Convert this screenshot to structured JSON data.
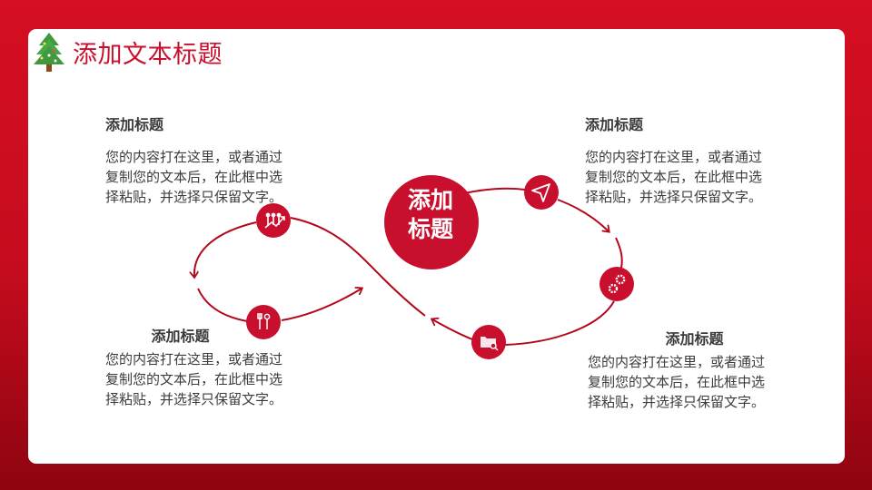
{
  "header": {
    "title": "添加文本标题",
    "icon": "christmas-tree-icon"
  },
  "center": {
    "line1": "添加",
    "line2": "标题"
  },
  "blocks": [
    {
      "title": "添加标题",
      "body_lines": [
        "您的内容打在这里，或者通过",
        "复制您的文本后，在此框中选",
        "择粘贴，并选择只保留文字。"
      ]
    },
    {
      "title": "添加标题",
      "body_lines": [
        "您的内容打在这里，或者通过",
        "复制您的文本后，在此框中选",
        "择粘贴，并选择只保留文字。"
      ]
    },
    {
      "title": "添加标题",
      "body_lines": [
        "您的内容打在这里，或者通过",
        "复制您的文本后，在此框中选",
        "择粘贴，并选择只保留文字。"
      ]
    },
    {
      "title": "添加标题",
      "body_lines": [
        "您的内容打在这里，或者通过",
        "复制您的文本后，在此框中选",
        "择粘贴，并选择只保留文字。"
      ]
    }
  ],
  "nodes": [
    {
      "icon": "growth-chart-icon"
    },
    {
      "icon": "tools-icon"
    },
    {
      "icon": "send-arrow-icon"
    },
    {
      "icon": "gears-icon"
    },
    {
      "icon": "folder-search-icon"
    }
  ],
  "colors": {
    "accent": "#c8102e",
    "line": "#b3081c",
    "background_top": "#d60f22",
    "background_bottom": "#8e0410"
  }
}
